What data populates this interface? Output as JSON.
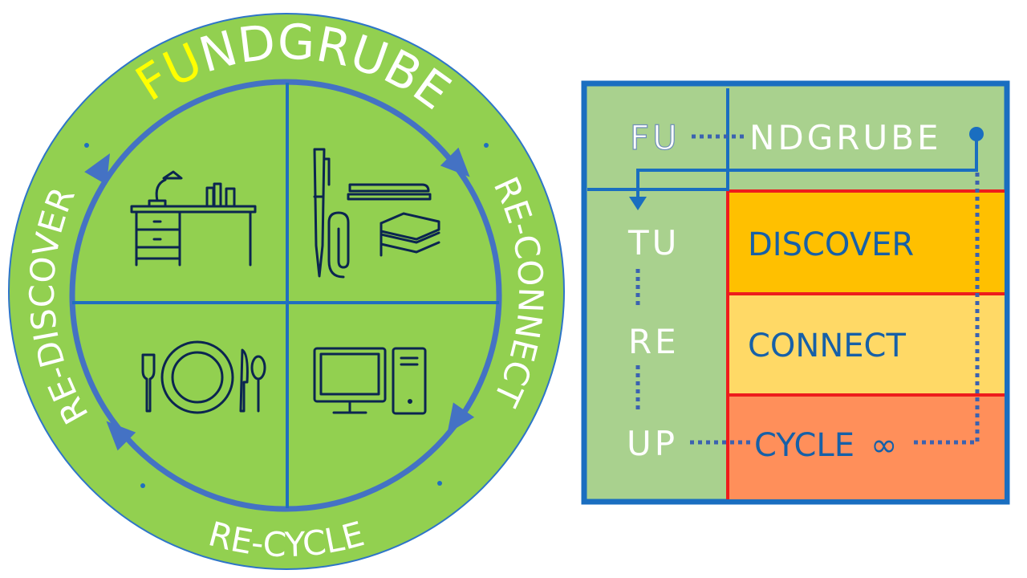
{
  "logo": {
    "title_highlight": "FU",
    "title_rest": "NDGRUBE",
    "left_label": "RE-DISCOVER",
    "right_label": "RE-CONNECT",
    "bottom_label": "RE-CYCLE",
    "quadrant_icons": [
      "desk-icon",
      "office-supplies-icon",
      "tableware-icon",
      "computer-icon"
    ],
    "colors": {
      "circle": "#92d050",
      "ring": "#4472c4",
      "highlight": "#ffff00",
      "cross": "#1f6fc0"
    }
  },
  "panel": {
    "top_left": "FU",
    "top_right": "NDGRUBE",
    "left_rows": [
      "TU",
      "RE",
      "UP"
    ],
    "right_rows": [
      "DISCOVER",
      "CONNECT",
      "CYCLE"
    ],
    "infinity_symbol": "∞",
    "colors": {
      "green": "#a9d18e",
      "discover": "#ffc000",
      "connect": "#ffd966",
      "cycle": "#ff8f5a",
      "border": "#1a6ec0",
      "divider": "#ee1c1c"
    }
  }
}
